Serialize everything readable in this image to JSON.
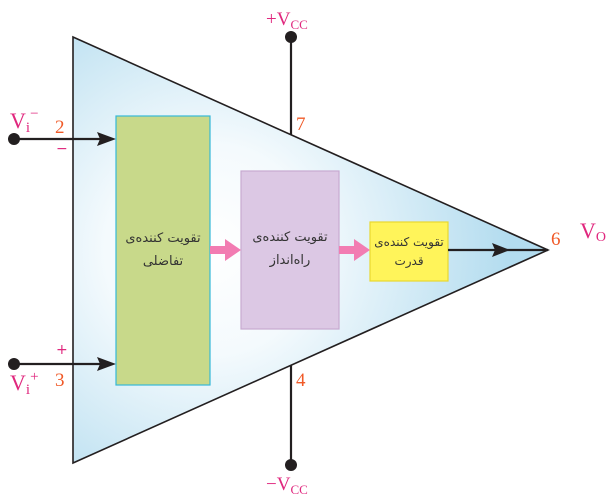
{
  "colors": {
    "accent": "#e0287e",
    "pin_number": "#f05a28",
    "wire": "#231f20",
    "arrow_pink": "#f27cb2",
    "triangle_edge": "#231f20",
    "triangle_fill_center": "#ffffff",
    "triangle_fill_edge": "#b3dcef",
    "block_diff_fill": "#c8d98a",
    "block_diff_stroke": "#35b8d8",
    "block_driver_fill": "#dcc8e4",
    "block_driver_stroke": "#c7a9d0",
    "block_power_fill": "#fff45a",
    "block_power_stroke": "#e8d830"
  },
  "blocks": [
    {
      "id": "differential",
      "line1": "تقویت کننده‌ی",
      "line2": "تفاضلی"
    },
    {
      "id": "driver",
      "line1": "تقویت کننده‌ی",
      "line2": "راه‌انداز"
    },
    {
      "id": "power",
      "line1": "تقویت کننده‌ی",
      "line2": "قدرت"
    }
  ],
  "pins": {
    "inverting": "2",
    "non_inverting": "3",
    "positive_supply": "7",
    "negative_supply": "4",
    "output": "6"
  },
  "signals": {
    "inverting_input": {
      "base": "V",
      "sub": "i",
      "sup": "−"
    },
    "non_inverting_input": {
      "base": "V",
      "sub": "i",
      "sup": "+"
    },
    "positive_supply": {
      "base": "+V",
      "sub": "CC"
    },
    "negative_supply": {
      "base": "−V",
      "sub": "CC"
    },
    "output": {
      "base": "V",
      "sub": "O"
    }
  },
  "input_signs": {
    "inverting": "−",
    "non_inverting": "+"
  }
}
